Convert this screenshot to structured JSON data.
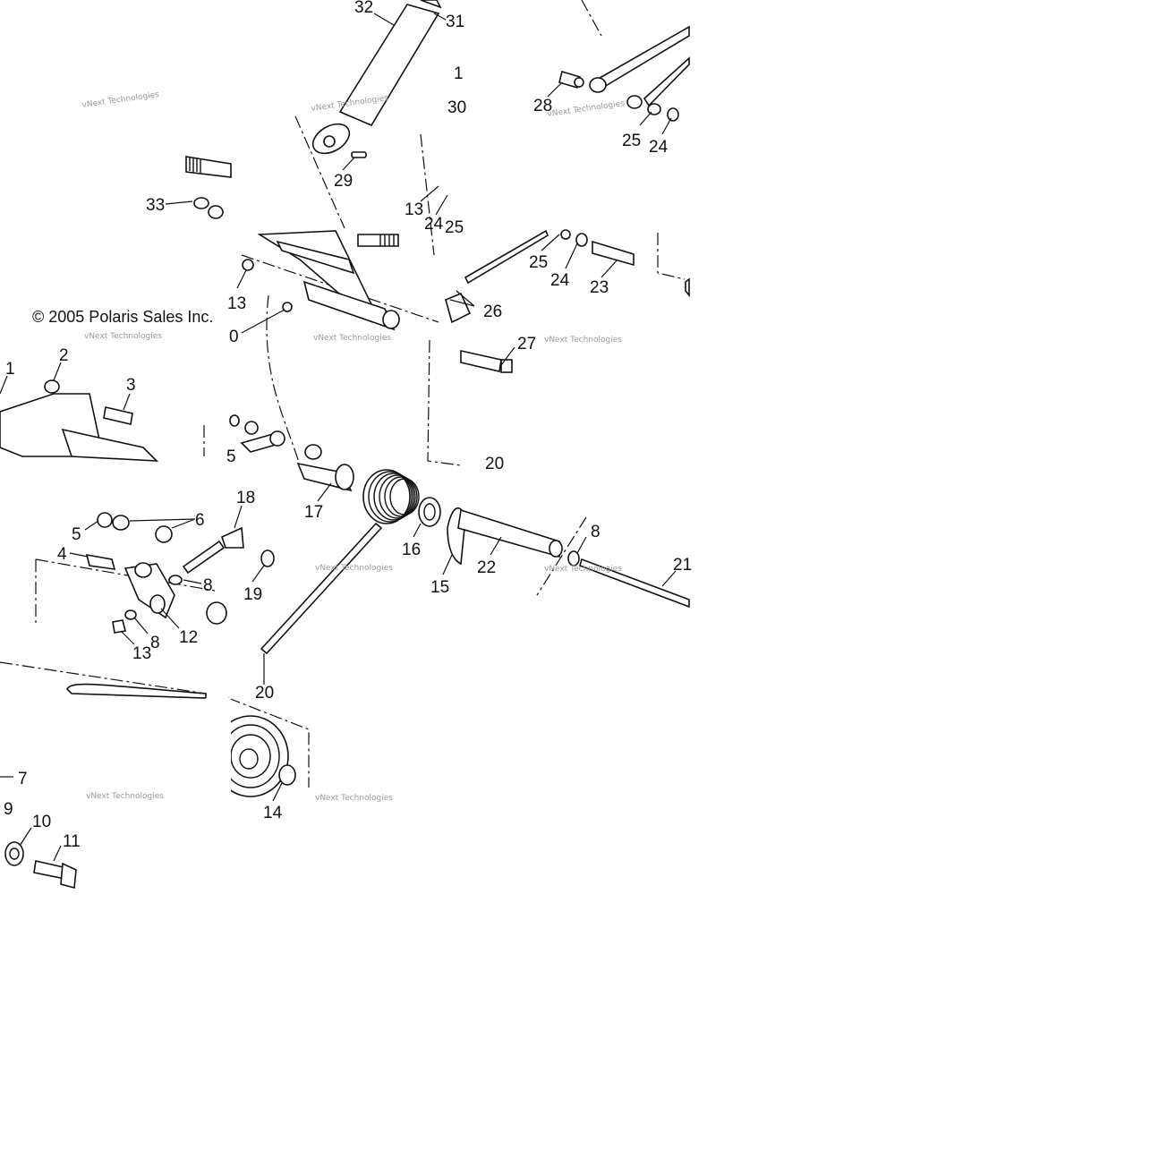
{
  "copyright": "© 2005 Polaris Sales Inc.",
  "watermark": "vNext Technologies",
  "part_labels": [
    "32",
    "31",
    "1",
    "30",
    "29",
    "33",
    "13",
    "24",
    "25",
    "28",
    "25",
    "24",
    "25",
    "24",
    "23",
    "26",
    "27",
    "13",
    "0",
    "2",
    "1",
    "3",
    "5",
    "20",
    "17",
    "16",
    "15",
    "22",
    "8",
    "21",
    "18",
    "6",
    "5",
    "4",
    "8",
    "19",
    "12",
    "8",
    "13",
    "20",
    "7",
    "9",
    "10",
    "11",
    "14"
  ]
}
